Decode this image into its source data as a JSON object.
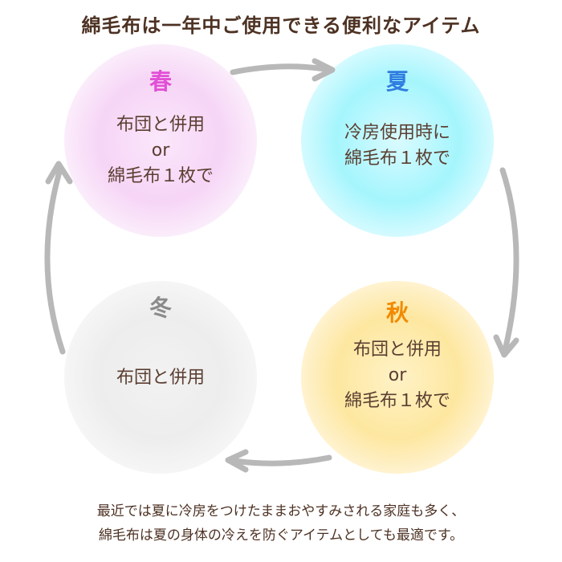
{
  "title": "綿毛布は一年中ご使用できる便利なアイテム",
  "seasons": {
    "spring": {
      "name": "春",
      "lines": [
        "布団と併用",
        "or",
        "綿毛布１枚で"
      ],
      "color": "#e24fd6"
    },
    "summer": {
      "name": "夏",
      "lines": [
        "冷房使用時に",
        "綿毛布１枚で"
      ],
      "color": "#2f7de0"
    },
    "autumn": {
      "name": "秋",
      "lines": [
        "布団と併用",
        "or",
        "綿毛布１枚で"
      ],
      "color": "#f08a00"
    },
    "winter": {
      "name": "冬",
      "lines": [
        "布団と併用"
      ],
      "color": "#8a8a8a"
    }
  },
  "footer": {
    "line1": "最近では夏に冷房をつけたままおやすみされる家庭も多く、",
    "line2": "綿毛布は夏の身体の冷えを防ぐアイテムとしても最適です。"
  }
}
